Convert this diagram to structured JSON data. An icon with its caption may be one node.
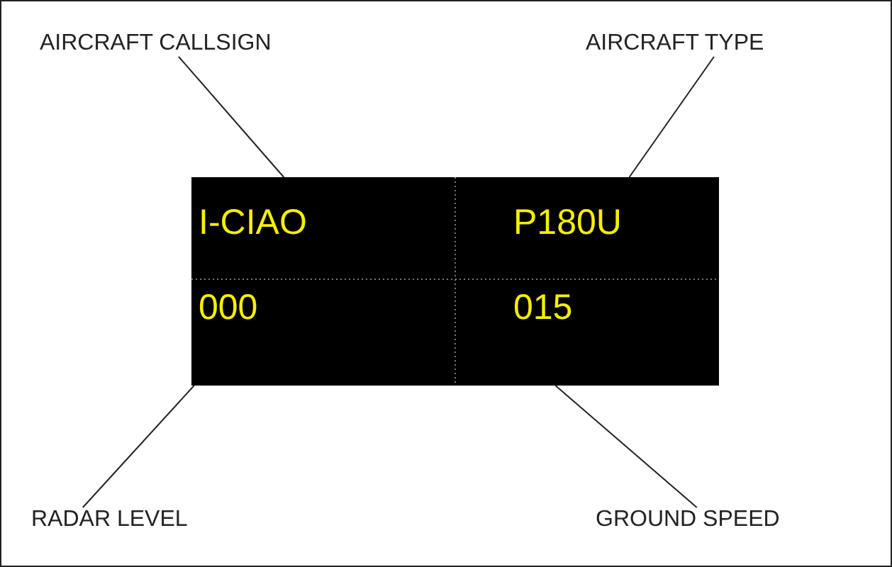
{
  "diagram": {
    "nodes": [
      {
        "text": [
          "AIRCRAFT CALLSIGN"
        ]
      },
      {
        "text": [
          "AIRCRAFT TYPE"
        ]
      },
      {
        "text": [
          "RADAR LEVEL"
        ]
      },
      {
        "text": [
          "GROUND SPEED"
        ]
      },
      {
        "text": [],
        "shape": "box"
      },
      {
        "text": [
          "I-CIAO"
        ],
        "in": 4
      },
      {
        "text": [
          "P180U"
        ],
        "in": 4
      },
      {
        "text": [
          "000"
        ],
        "in": 4
      },
      {
        "text": [
          "015"
        ],
        "in": 4
      }
    ],
    "edges": [
      {
        "from": 0,
        "to": 5,
        "arrow": "none"
      },
      {
        "from": 1,
        "to": 6,
        "arrow": "none"
      },
      {
        "from": 2,
        "to": 7,
        "arrow": "none"
      },
      {
        "from": 3,
        "to": 8,
        "arrow": "none"
      }
    ]
  }
}
